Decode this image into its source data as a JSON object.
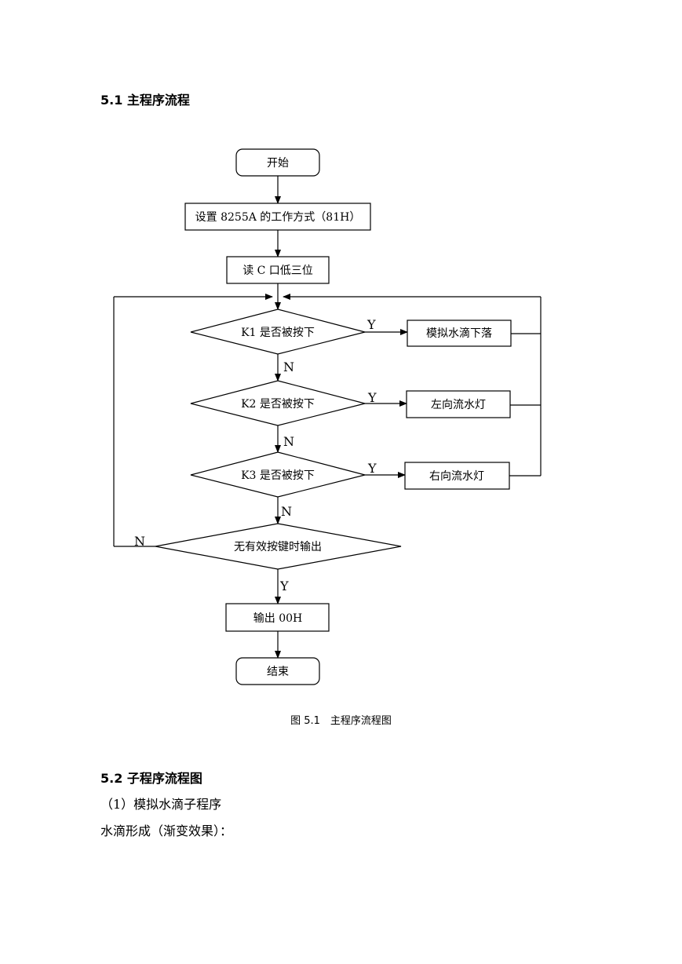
{
  "section1": {
    "title": "5.1 主程序流程"
  },
  "flowchart": {
    "start": "开始",
    "set_mode": "设置 8255A 的工作方式（81H）",
    "read_port": "读 C 口低三位",
    "k1_check": "K1 是否被按下",
    "k2_check": "K2 是否被按下",
    "k3_check": "K3 是否被按下",
    "action_drop": "模拟水滴下落",
    "action_left": "左向流水灯",
    "action_right": "右向流水灯",
    "no_key_check": "无有效按键时输出",
    "output": "输出 00H",
    "end": "结束",
    "labels": {
      "y1": "Y",
      "y2": "Y",
      "y3": "Y",
      "y4": "Y",
      "n1": "N",
      "n2": "N",
      "n3": "N",
      "n4": "N"
    }
  },
  "caption": "图 5.1　主程序流程图",
  "section2": {
    "title": "5.2 子程序流程图",
    "subtitle": "（1）模拟水滴子程序",
    "line": "水滴形成（渐变效果）："
  }
}
